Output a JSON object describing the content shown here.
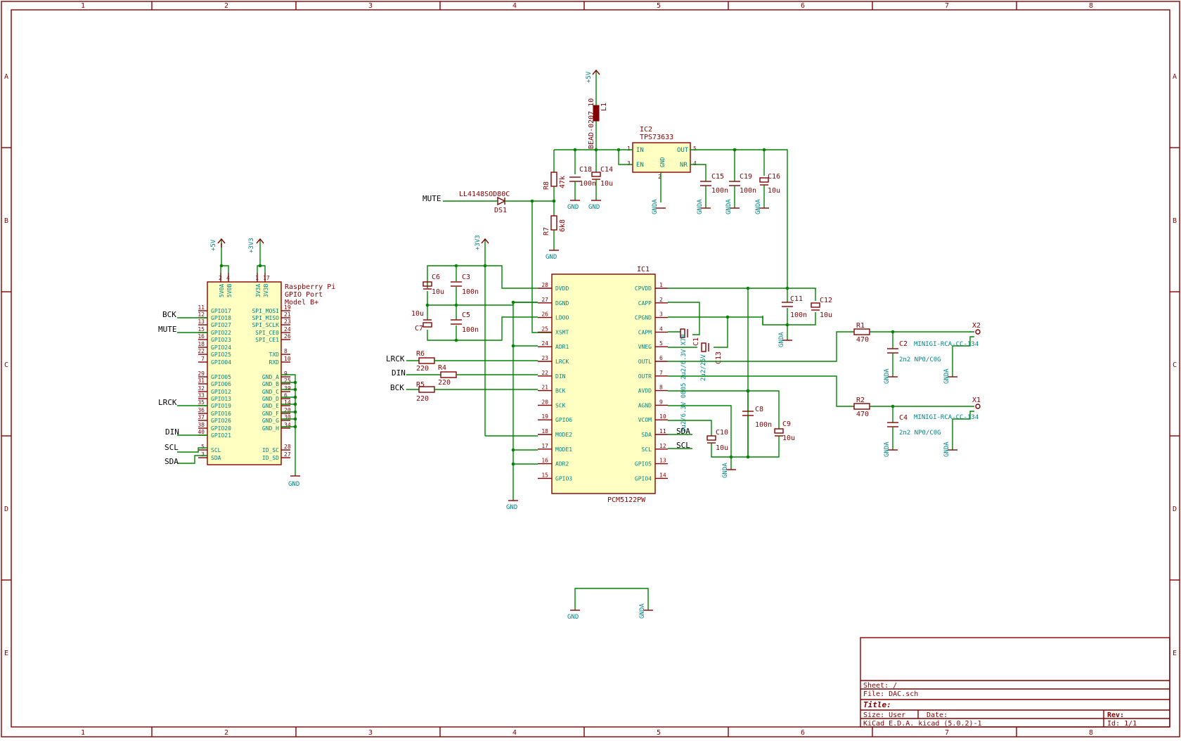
{
  "title_block": {
    "sheet": "Sheet: /",
    "file": "File: DAC.sch",
    "title": "Title:",
    "size": "Size: User",
    "date": "Date:",
    "rev": "Rev:",
    "tool": "KiCad E.D.A.  kicad (5.0.2)-1",
    "id": "Id: 1/1"
  },
  "border": {
    "columns": [
      "1",
      "2",
      "3",
      "4",
      "5",
      "6",
      "7",
      "8"
    ],
    "rows": [
      "A",
      "B",
      "C",
      "D",
      "E"
    ]
  },
  "rpi": {
    "title": [
      "Raspberry Pi",
      "GPIO Port",
      "Model B+"
    ],
    "pins_left": [
      {
        "name": "GPIO17",
        "num": "11"
      },
      {
        "name": "GPIO18",
        "num": "12"
      },
      {
        "name": "GPIO27",
        "num": "13"
      },
      {
        "name": "GPIO22",
        "num": "15"
      },
      {
        "name": "GPIO23",
        "num": "16"
      },
      {
        "name": "GPIO24",
        "num": "18"
      },
      {
        "name": "GPIO25",
        "num": "22"
      },
      {
        "name": "GPIO04",
        "num": "7"
      },
      {
        "name": "GPIO05",
        "num": "29"
      },
      {
        "name": "GPIO06",
        "num": "31"
      },
      {
        "name": "GPIO12",
        "num": "32"
      },
      {
        "name": "GPIO13",
        "num": "33"
      },
      {
        "name": "GPIO19",
        "num": "35"
      },
      {
        "name": "GPIO16",
        "num": "36"
      },
      {
        "name": "GPIO26",
        "num": "37"
      },
      {
        "name": "GPIO20",
        "num": "38"
      },
      {
        "name": "GPIO21",
        "num": "40"
      },
      {
        "name": "SCL",
        "num": "5"
      },
      {
        "name": "SDA",
        "num": "3"
      }
    ],
    "pins_right": [
      {
        "name": "SPI_MOSI",
        "num": "19"
      },
      {
        "name": "SPI_MISO",
        "num": "21"
      },
      {
        "name": "SPI_SCLK",
        "num": "23"
      },
      {
        "name": "SPI_CE0",
        "num": "24"
      },
      {
        "name": "SPI_CE1",
        "num": "26"
      },
      {
        "name": "TXD",
        "num": "8"
      },
      {
        "name": "RXD",
        "num": "10"
      },
      {
        "name": "GND_A",
        "num": "9"
      },
      {
        "name": "GND_B",
        "num": "25"
      },
      {
        "name": "GND_C",
        "num": "39"
      },
      {
        "name": "GND_D",
        "num": "6"
      },
      {
        "name": "GND_E",
        "num": "14"
      },
      {
        "name": "GND_F",
        "num": "20"
      },
      {
        "name": "GND_G",
        "num": "30"
      },
      {
        "name": "GND_H",
        "num": "34"
      },
      {
        "name": "ID_SC",
        "num": "28"
      },
      {
        "name": "ID_SD",
        "num": "27"
      }
    ],
    "pins_top": [
      {
        "name": "5V0A",
        "num": "2"
      },
      {
        "name": "5V0B",
        "num": "4"
      },
      {
        "name": "3V3A",
        "num": "1"
      },
      {
        "name": "3V3B",
        "num": "17"
      }
    ],
    "nets_left": [
      "BCK",
      "MUTE",
      "LRCK",
      "DIN",
      "SCL",
      "SDA"
    ]
  },
  "ic1": {
    "ref": "IC1",
    "value": "PCM5122PW",
    "pins_left": [
      {
        "name": "DVDD",
        "num": "28"
      },
      {
        "name": "DGND",
        "num": "27"
      },
      {
        "name": "LDOO",
        "num": "26"
      },
      {
        "name": "XSMT",
        "num": "25"
      },
      {
        "name": "ADR1",
        "num": "24"
      },
      {
        "name": "LRCK",
        "num": "23"
      },
      {
        "name": "DIN",
        "num": "22"
      },
      {
        "name": "BCK",
        "num": "21"
      },
      {
        "name": "SCK",
        "num": "20"
      },
      {
        "name": "GPIO6",
        "num": "19"
      },
      {
        "name": "MODE2",
        "num": "18"
      },
      {
        "name": "MODE1",
        "num": "17"
      },
      {
        "name": "ADR2",
        "num": "16"
      },
      {
        "name": "GPIO3",
        "num": "15"
      }
    ],
    "pins_right": [
      {
        "name": "CPVDD",
        "num": "1"
      },
      {
        "name": "CAPP",
        "num": "2"
      },
      {
        "name": "CPGND",
        "num": "3"
      },
      {
        "name": "CAPM",
        "num": "4"
      },
      {
        "name": "VNEG",
        "num": "5"
      },
      {
        "name": "OUTL",
        "num": "6"
      },
      {
        "name": "OUTR",
        "num": "7"
      },
      {
        "name": "AVDD",
        "num": "8"
      },
      {
        "name": "AGND",
        "num": "9"
      },
      {
        "name": "VCOM",
        "num": "10"
      },
      {
        "name": "SDA",
        "num": "11"
      },
      {
        "name": "SCL",
        "num": "12"
      },
      {
        "name": "GPIO5",
        "num": "13"
      },
      {
        "name": "GPIO4",
        "num": "14"
      }
    ],
    "nets_right": [
      "SDA",
      "SCL"
    ]
  },
  "ic2": {
    "ref": "IC2",
    "value": "TPS73633",
    "pins": [
      {
        "name": "IN",
        "num": "1"
      },
      {
        "name": "EN",
        "num": "3"
      },
      {
        "name": "GND",
        "num": "2"
      },
      {
        "name": "OUT",
        "num": "5"
      },
      {
        "name": "NR",
        "num": "4"
      }
    ]
  },
  "components": {
    "L1": {
      "ref": "L1",
      "value": "BEAD-0207_10"
    },
    "R8": {
      "ref": "R8",
      "value": "47k"
    },
    "R7": {
      "ref": "R7",
      "value": "6k8"
    },
    "D1": {
      "ref": "DS1",
      "value": "LL4148SOD80C"
    },
    "C18": {
      "ref": "C18",
      "value": "100n"
    },
    "C14": {
      "ref": "C14",
      "value": "10u"
    },
    "C15": {
      "ref": "C15",
      "value": "100n"
    },
    "C19": {
      "ref": "C19",
      "value": "100n"
    },
    "C16": {
      "ref": "C16",
      "value": "10u"
    },
    "C6": {
      "ref": "C6",
      "value": "10u"
    },
    "C3": {
      "ref": "C3",
      "value": "100n"
    },
    "C7": {
      "ref": "C7",
      "value": "10u"
    },
    "C5": {
      "ref": "C5",
      "value": "100n"
    },
    "R6": {
      "ref": "R6",
      "value": "220"
    },
    "R4": {
      "ref": "R4",
      "value": "220"
    },
    "R5": {
      "ref": "R5",
      "value": "220"
    },
    "C11": {
      "ref": "C11",
      "value": "100n"
    },
    "C12": {
      "ref": "C12",
      "value": "10u"
    },
    "C1": {
      "ref": "C1",
      "value": "2u2/6.3V X7R"
    },
    "C13": {
      "ref": "C13",
      "value": "2u2/25V"
    },
    "C13b": {
      "value": "2u2/6.3V 0805"
    },
    "C8": {
      "ref": "C8",
      "value": "100n"
    },
    "C9": {
      "ref": "C9",
      "value": "10u"
    },
    "C10": {
      "ref": "C10",
      "value": "10u"
    },
    "R1": {
      "ref": "R1",
      "value": "470"
    },
    "R2": {
      "ref": "R2",
      "value": "470"
    },
    "C2": {
      "ref": "C2",
      "value": "2n2 NP0/C0G"
    },
    "C4": {
      "ref": "C4",
      "value": "2n2 NP0/C0G"
    },
    "X2": {
      "ref": "X2",
      "value": "MINIGI-RCA-CC-134"
    },
    "X1": {
      "ref": "X1",
      "value": "MINIGI-RCA-CC-134"
    }
  },
  "power": {
    "p5v": "+5V",
    "p3v3": "+3V3",
    "gnd": "GND",
    "gnda": "GNDA"
  },
  "nets": {
    "mute": "MUTE",
    "lrck": "LRCK",
    "din": "DIN",
    "bck": "BCK"
  },
  "colors": {
    "component": "#840000",
    "wire": "#008400",
    "text_teal": "#008484",
    "component_fill": "#ffffc2"
  }
}
